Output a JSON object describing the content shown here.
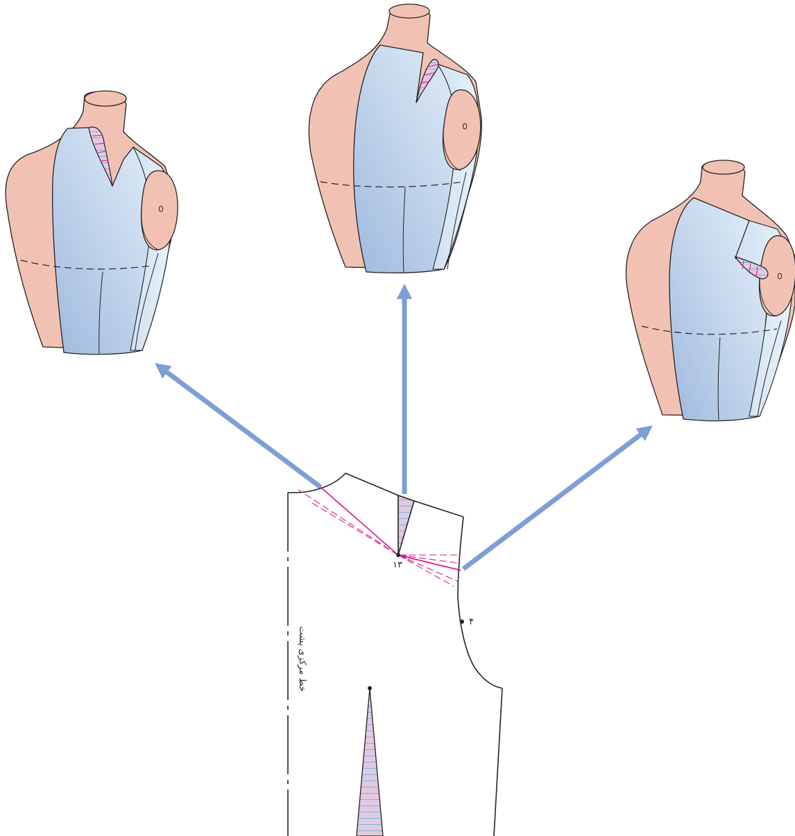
{
  "labels": {
    "point_13": "۱۳",
    "point_4": "۴",
    "center_back_line": "خط مرکزی پشت"
  },
  "colors": {
    "skin": "#f1c2b4",
    "fabric_light": "#dcebf7",
    "fabric_dark": "#a5bedf",
    "arrow": "#7c9fd4",
    "dart_line": "#e0178a",
    "dart_fill": "#e4cbe0",
    "outline": "#222222"
  },
  "forms": [
    {
      "name": "form-left",
      "dart_position": "neckline"
    },
    {
      "name": "form-center",
      "dart_position": "shoulder"
    },
    {
      "name": "form-right",
      "dart_position": "armhole"
    }
  ]
}
